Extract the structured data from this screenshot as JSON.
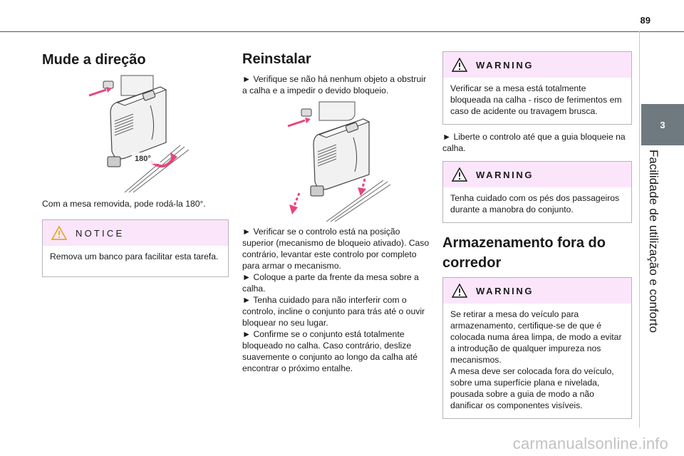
{
  "page": {
    "number": "89"
  },
  "chapter": {
    "number": "3",
    "title": "Facilidade de utilização e conforto"
  },
  "col1": {
    "heading": "Mude a direção",
    "illustration_label": "180°",
    "caption": "Com a mesa removida, pode rodá-la 180°.",
    "notice": {
      "title": "NOTICE",
      "text": "Remova um banco para facilitar esta tarefa."
    }
  },
  "col2": {
    "heading": "Reinstalar",
    "step1": "► Verifique se não há nenhum objeto a obstruir a calha e a impedir o devido bloqueio.",
    "steps": [
      "► Verificar se o controlo está na posição superior (mecanismo de bloqueio ativado). Caso contrário, levantar este controlo por completo para armar o mecanismo.",
      "► Coloque a parte da frente da mesa sobre a calha.",
      "► Tenha cuidado para não interferir com o controlo, incline o conjunto para trás até o ouvir bloquear no seu lugar.",
      "► Confirme se o conjunto está totalmente bloqueado no calha. Caso contrário, deslize suavemente o conjunto ao longo da calha até encontrar o próximo entalhe."
    ]
  },
  "col3": {
    "warning1": {
      "title": "WARNING",
      "text": "Verificar se a mesa está totalmente bloqueada na calha - risco de ferimentos em caso de acidente ou travagem brusca."
    },
    "step": "► Liberte o controlo até que a guia bloqueie na calha.",
    "warning2": {
      "title": "WARNING",
      "text": "Tenha cuidado com os pés dos passageiros durante a manobra do conjunto."
    },
    "heading": "Armazenamento fora do corredor",
    "warning3": {
      "title": "WARNING",
      "text1": "Se retirar a mesa do veículo para armazenamento, certifique-se de que é colocada numa área limpa, de modo a evitar a introdução de qualquer impureza nos mecanismos.",
      "text2": "A mesa deve ser colocada fora do veículo, sobre uma superfície plana e nivelada, pousada sobre a guia de modo a não danificar os componentes visíveis."
    }
  },
  "watermark": "carmanualsonline.info",
  "colors": {
    "warning_bg": "#fbe5fb",
    "arrow": "#e8457a",
    "chapter_tab": "#6f7a80"
  }
}
